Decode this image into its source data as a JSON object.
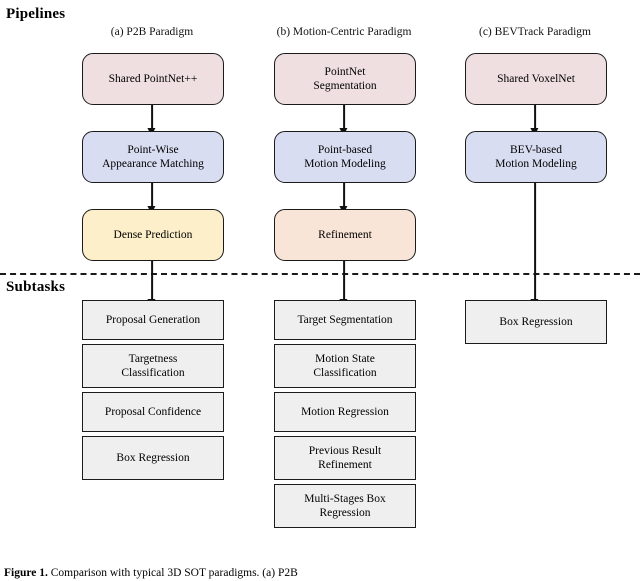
{
  "figure": {
    "sections": {
      "pipelines_label": "Pipelines",
      "subtasks_label": "Subtasks"
    },
    "divider": {
      "style": "dashed",
      "color": "#1a1a1a"
    },
    "palette": {
      "pink": "#EFDFE1",
      "blue": "#D8DDF1",
      "yellow": "#FDEFC9",
      "peach": "#F9E5D7",
      "gray": "#EFEFEF",
      "outline": "#1B1B1B"
    },
    "columns": [
      {
        "id": "a",
        "title": "(a) P2B Paradigm",
        "pipeline": [
          {
            "label": "Shared PointNet++",
            "color": "pink"
          },
          {
            "label": "Point-Wise\nAppearance Matching",
            "color": "blue"
          },
          {
            "label": "Dense Prediction",
            "color": "yellow"
          }
        ],
        "subtasks": [
          "Proposal Generation",
          "Targetness\nClassification",
          "Proposal Confidence",
          "Box Regression"
        ]
      },
      {
        "id": "b",
        "title": "(b) Motion-Centric Paradigm",
        "pipeline": [
          {
            "label": "PointNet\nSegmentation",
            "color": "pink"
          },
          {
            "label": "Point-based\nMotion Modeling",
            "color": "blue"
          },
          {
            "label": "Refinement",
            "color": "peach"
          }
        ],
        "subtasks": [
          "Target Segmentation",
          "Motion State\nClassification",
          "Motion Regression",
          "Previous Result\nRefinement",
          "Multi-Stages Box\nRegression"
        ]
      },
      {
        "id": "c",
        "title": "(c) BEVTrack Paradigm",
        "pipeline": [
          {
            "label": "Shared VoxelNet",
            "color": "pink"
          },
          {
            "label": "BEV-based\nMotion Modeling",
            "color": "blue"
          }
        ],
        "subtasks": [
          "Box Regression"
        ]
      }
    ],
    "caption": {
      "prefix": "Figure 1.",
      "text": "Comparison with typical 3D SOT paradigms. (a) P2B"
    }
  }
}
